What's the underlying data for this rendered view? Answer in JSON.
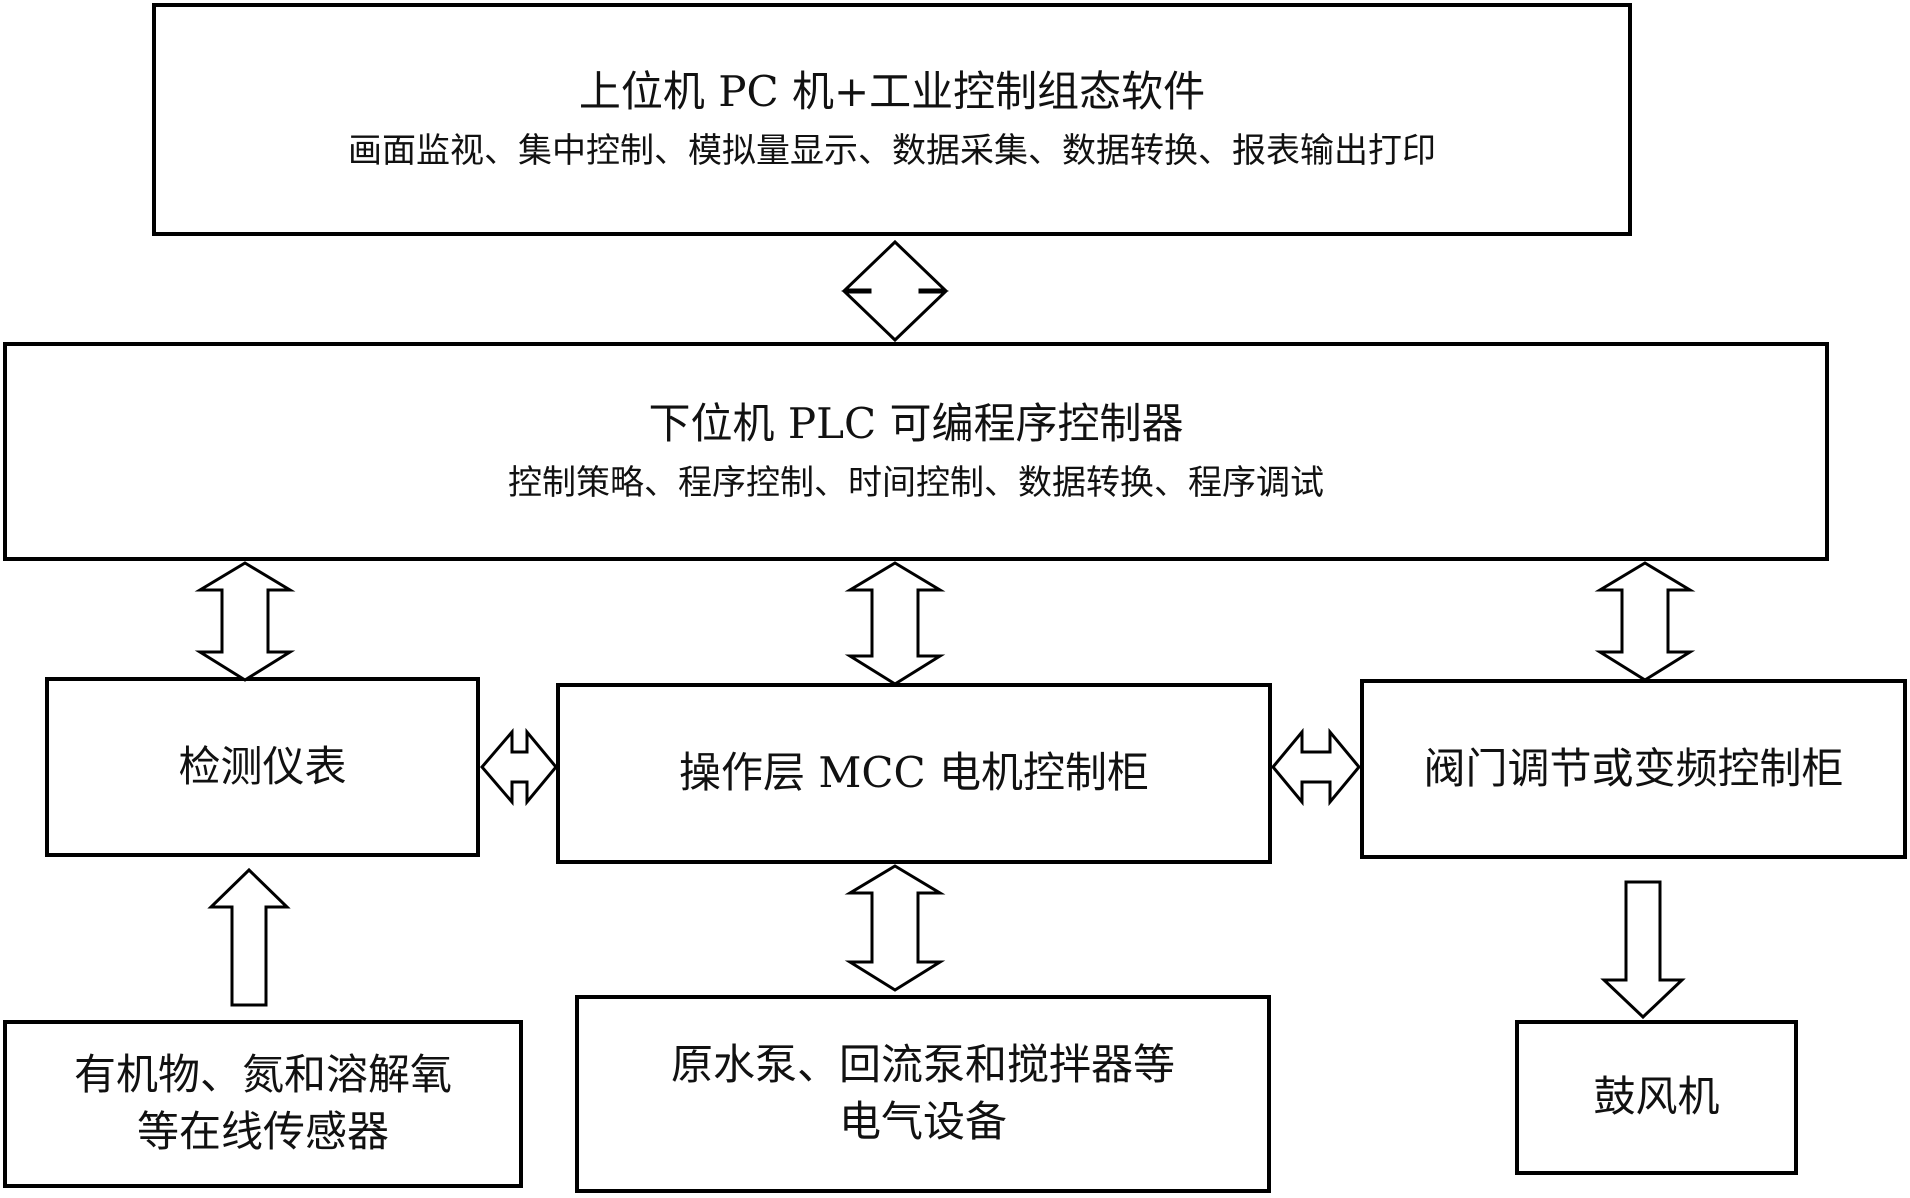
{
  "top_box": {
    "title": "上位机 PC 机+工业控制组态软件",
    "subtitle": "画面监视、集中控制、模拟量显示、数据采集、数据转换、报表输出打印"
  },
  "plc_box": {
    "title": "下位机 PLC 可编程序控制器",
    "subtitle": "控制策略、程序控制、时间控制、数据转换、程序调试"
  },
  "instrument_box": {
    "label": "检测仪表"
  },
  "mcc_box": {
    "label": "操作层 MCC 电机控制柜"
  },
  "valve_box": {
    "label": "阀门调节或变频控制柜"
  },
  "sensor_box": {
    "line1": "有机物、氮和溶解氧",
    "line2": "等在线传感器"
  },
  "equipment_box": {
    "line1": "原水泵、回流泵和搅拌器等",
    "line2": "电气设备"
  },
  "blower_box": {
    "label": "鼓风机"
  }
}
